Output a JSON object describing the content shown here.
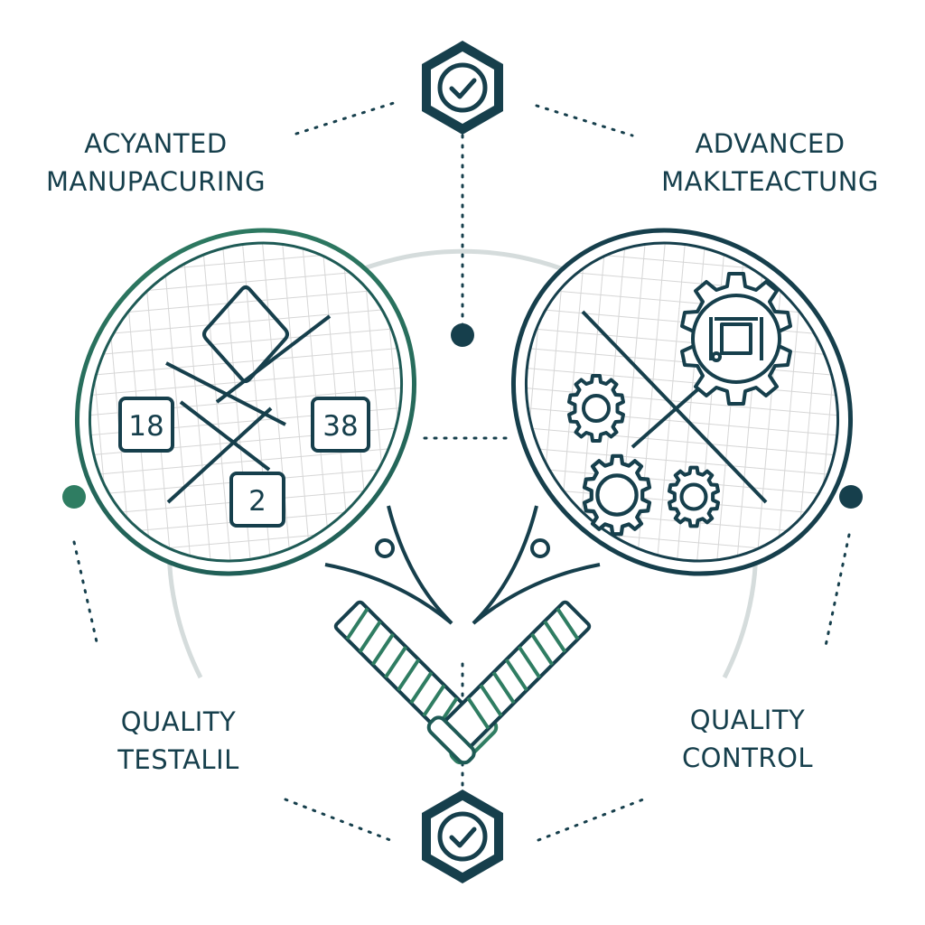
{
  "labels": {
    "top_left": [
      "ACYANTED",
      "MANUPACURING"
    ],
    "top_right": [
      "ADVANCED",
      "MAKLTEACTUNG"
    ],
    "bottom_left": [
      "QUALITY",
      "TESTALIL"
    ],
    "bottom_right": [
      "QUALITY",
      "CONTROL"
    ]
  },
  "left_racket_numbers": [
    "18",
    "38",
    "2"
  ],
  "icons": {
    "top_badge": "hexagon-check-icon",
    "bottom_badge": "hexagon-check-icon",
    "left_racket": "diamond-crossing-lines-icon",
    "right_racket": "gears-icon"
  },
  "colors": {
    "navy": "#163f4c",
    "green": "#2f7d62",
    "arc": "#d5dcdc",
    "mesh": "#d8d8d8"
  }
}
